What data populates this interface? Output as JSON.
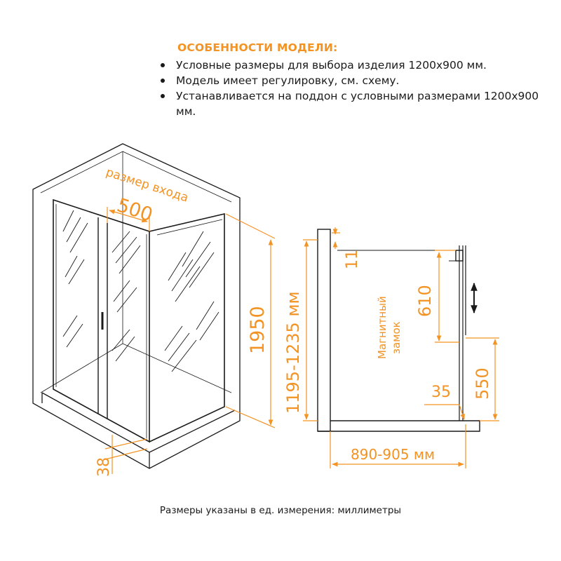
{
  "features": {
    "heading": "ОСОБЕННОСТИ МОДЕЛИ:",
    "items": [
      "Условные размеры для выбора изделия 1200x900 мм.",
      "Модель имеет регулировку, см. схему.",
      "Устанавливается на поддон с условными размерами 1200x900 мм."
    ]
  },
  "iso_view": {
    "entrance_label": "размер входа",
    "entrance_width": "500",
    "height": "1950",
    "profile_depth": "38"
  },
  "side_view": {
    "height_range": "1195-1235 мм",
    "gap_top": "11",
    "magnet_label": "Магнитный замок",
    "magnet_height": "610",
    "lower_height": "550",
    "bottom_offset": "35",
    "width_range": "890-905 мм"
  },
  "footer": "Размеры указаны в ед. измерения: миллиметры",
  "colors": {
    "accent": "#f39323",
    "line": "#1a1a1a"
  }
}
